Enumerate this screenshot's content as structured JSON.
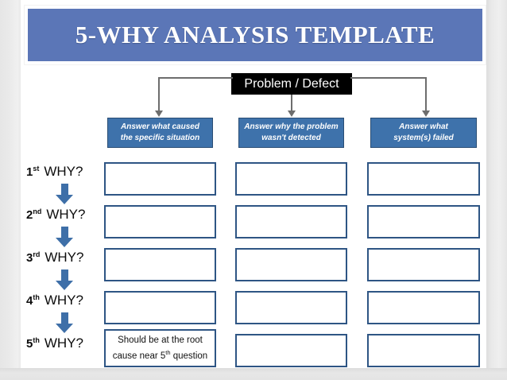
{
  "slide": {
    "title": "5-WHY ANALYSIS TEMPLATE",
    "colors": {
      "title_bar": "#5b76b7",
      "header_box": "#3e72ab",
      "header_box_border": "#2a4d74",
      "answer_box_border": "#2e5584",
      "arrow": "#3e6fa8",
      "connector": "#6d6d6d",
      "problem_box": "#000000",
      "slide_background": "#ffffff",
      "page_background": "#e8e8e8"
    }
  },
  "problem": {
    "label": "Problem / Defect"
  },
  "columns": [
    {
      "line1": "Answer what caused",
      "line2": "the specific situation"
    },
    {
      "line1": "Answer why the problem",
      "line2": "wasn't detected"
    },
    {
      "line1": "Answer what",
      "line2": "system(s) failed"
    }
  ],
  "rows": [
    {
      "ordinal": "1",
      "suffix": "st",
      "word": "WHY?"
    },
    {
      "ordinal": "2",
      "suffix": "nd",
      "word": "WHY?"
    },
    {
      "ordinal": "3",
      "suffix": "rd",
      "word": "WHY?"
    },
    {
      "ordinal": "4",
      "suffix": "th",
      "word": "WHY?"
    },
    {
      "ordinal": "5",
      "suffix": "th",
      "word": "WHY?"
    }
  ],
  "cells": {
    "root_cause_note": {
      "line1": "Should be at the root",
      "line2_pre": "cause near 5",
      "line2_sup": "th",
      "line2_post": " question"
    }
  }
}
